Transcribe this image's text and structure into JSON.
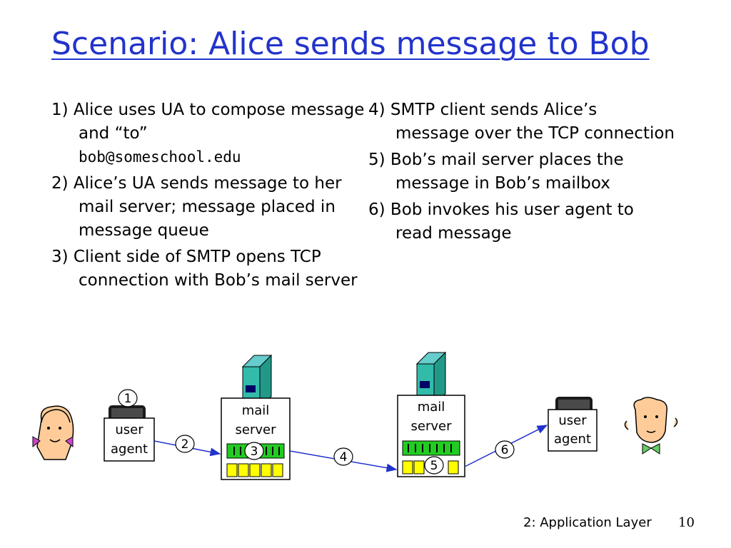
{
  "title": "Scenario: Alice sends message to Bob",
  "steps_left": [
    {
      "num": "1)",
      "text": "Alice uses UA to compose message and “to”",
      "address": "bob@someschool.edu"
    },
    {
      "num": "2)",
      "text": "Alice’s UA sends message to her mail server; message placed in message queue"
    },
    {
      "num": "3)",
      "text": "Client side of SMTP opens TCP connection with Bob’s mail server"
    }
  ],
  "steps_right": [
    {
      "num": "4)",
      "text": "SMTP client sends Alice’s message over the TCP connection"
    },
    {
      "num": "5)",
      "text": "Bob’s mail server places the message in Bob’s mailbox"
    },
    {
      "num": "6)",
      "text": "Bob invokes his user agent to read message"
    }
  ],
  "diagram": {
    "alice_ua": {
      "line1": "user",
      "line2": "agent"
    },
    "alice_server": {
      "line1": "mail",
      "line2": "server"
    },
    "bob_server": {
      "line1": "mail",
      "line2": "server"
    },
    "bob_ua": {
      "line1": "user",
      "line2": "agent"
    },
    "badges": [
      "1",
      "2",
      "3",
      "4",
      "5",
      "6"
    ],
    "colors": {
      "title": "#2233cc",
      "arrow": "#2233cc",
      "queue": "#22cc22",
      "mailbox": "#ffff00",
      "server_tower": "#33bbaa",
      "skin": "#ffcc99"
    }
  },
  "footer": {
    "label": "2: Application Layer",
    "page": "10"
  }
}
